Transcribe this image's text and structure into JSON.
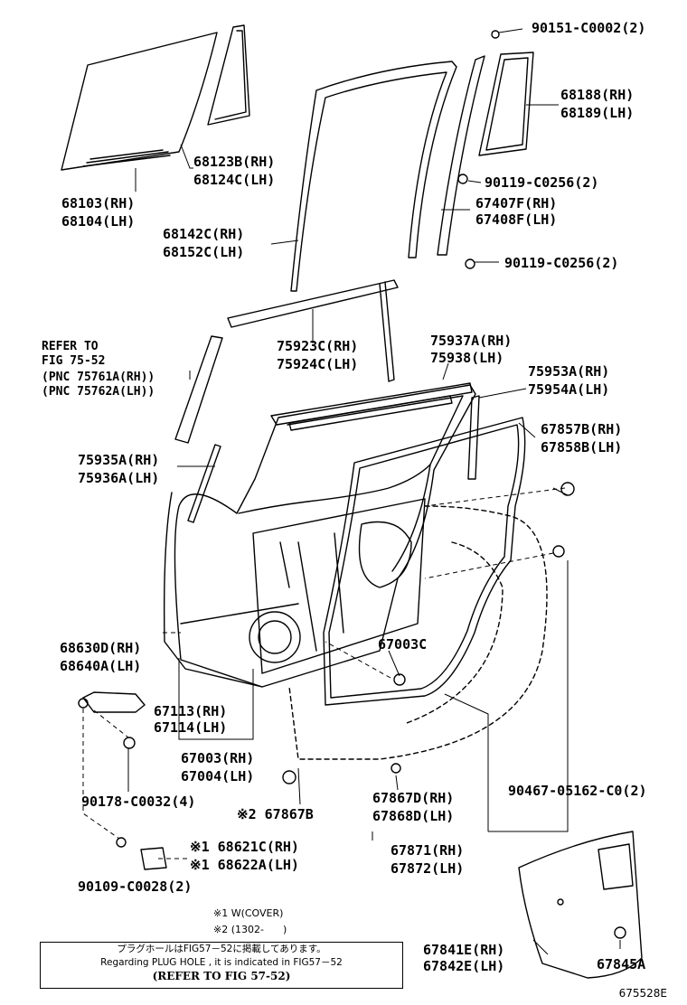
{
  "labels": {
    "p90151": "90151-C0002(2)",
    "p68188": "68188(RH)",
    "p68189": "68189(LH)",
    "p68123b": "68123B(RH)",
    "p68124c": "68124C(LH)",
    "p90119a": "90119-C0256(2)",
    "p67407f": "67407F(RH)",
    "p67408f": "67408F(LH)",
    "p68103": "68103(RH)",
    "p68104": "68104(LH)",
    "p68142c": "68142C(RH)",
    "p68152c": "68152C(LH)",
    "p90119b": "90119-C0256(2)",
    "ref1": "REFER TO",
    "ref2": "FIG 75-52",
    "ref3": "(PNC 75761A(RH))",
    "ref4": "(PNC 75762A(LH))",
    "p75923c": "75923C(RH)",
    "p75924c": "75924C(LH)",
    "p75937a": "75937A(RH)",
    "p75938": "75938(LH)",
    "p75953a": "75953A(RH)",
    "p75954a": "75954A(LH)",
    "p67857b": "67857B(RH)",
    "p67858b": "67858B(LH)",
    "p75935a": "75935A(RH)",
    "p75936a": "75936A(LH)",
    "p68630d": "68630D(RH)",
    "p68640a": "68640A(LH)",
    "p67003c": "67003C",
    "p67113": "67113(RH)",
    "p67114": "67114(LH)",
    "p67003": "67003(RH)",
    "p67004": "67004(LH)",
    "p90178": "90178-C0032(4)",
    "p90467": "90467-05162-C0(2)",
    "p67867b": "※2 67867B",
    "p67867d": "67867D(RH)",
    "p67868d": "67868D(LH)",
    "p68621c": "※1 68621C(RH)",
    "p68622a": "※1 68622A(LH)",
    "p67871": "67871(RH)",
    "p67872": "67872(LH)",
    "p90109": "90109-C0028(2)",
    "p67841e": "67841E(RH)",
    "p67842e": "67842E(LH)",
    "p67845a": "67845A"
  },
  "notes": {
    "w1": "※1 W(COVER)",
    "w2": "※2 (1302-      )",
    "box_jp": "プラグホールはFIG57－52に掲載してあります。",
    "box_en": "Regarding PLUG HOLE , it is indicated in FIG57－52",
    "box_ref": "(REFER TO FIG 57-52)"
  },
  "catalog_no": "675528E"
}
